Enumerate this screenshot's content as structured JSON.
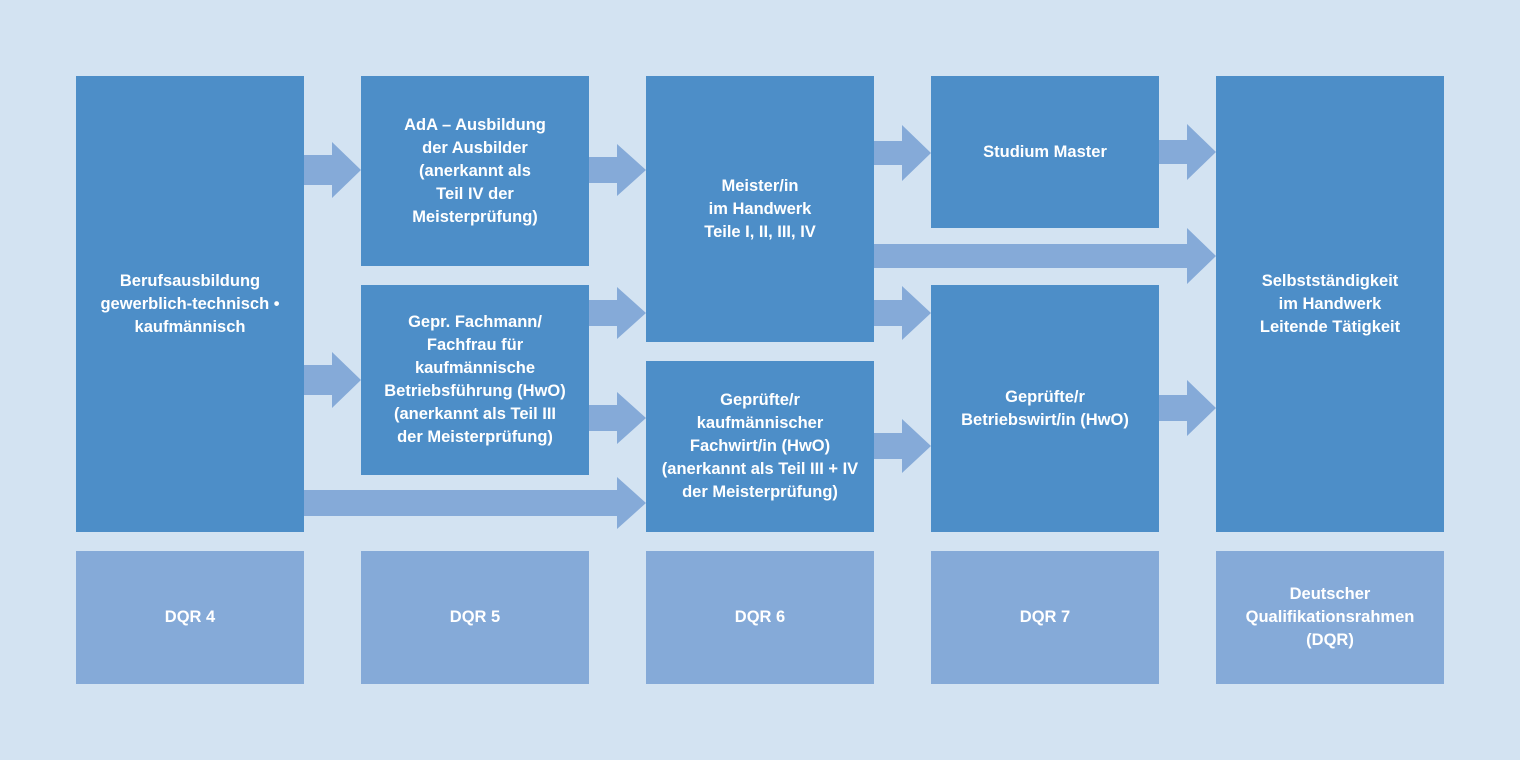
{
  "colors": {
    "background": "#d3e3f2",
    "box": "#4d8ec8",
    "level_box": "#85aad8",
    "arrow": "#85aad8",
    "text": "#ffffff"
  },
  "boxes": {
    "berufsausbildung": "Berufsausbildung\ngewerblich-technisch •\nkaufmännisch",
    "ada": "AdA – Ausbildung\nder Ausbilder\n(anerkannt als\nTeil IV der\nMeisterprüfung)",
    "fachmann": "Gepr. Fachmann/\nFachfrau für\nkaufmännische\nBetriebsführung (HwO)\n(anerkannt als Teil III\nder Meisterprüfung)",
    "meister": "Meister/in\nim Handwerk\nTeile I, II, III, IV",
    "fachwirt": "Geprüfte/r\nkaufmännischer\nFachwirt/in (HwO)\n(anerkannt als Teil III + IV\nder Meisterprüfung)",
    "studium": "Studium Master",
    "betriebswirt": "Geprüfte/r\nBetriebswirt/in (HwO)",
    "selbststaendigkeit": "Selbstständigkeit\nim Handwerk\nLeitende Tätigkeit"
  },
  "levels": {
    "dqr4": "DQR 4",
    "dqr5": "DQR 5",
    "dqr6": "DQR 6",
    "dqr7": "DQR 7",
    "dqr_legend": "Deutscher\nQualifikationsrahmen\n(DQR)"
  }
}
